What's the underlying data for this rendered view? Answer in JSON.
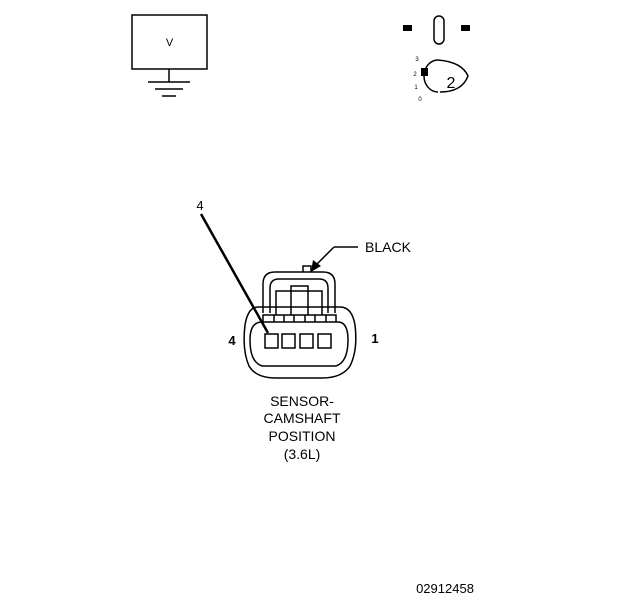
{
  "meter": {
    "symbol": "V"
  },
  "selector": {
    "position_number": "2",
    "scale": [
      "3",
      "2",
      "1",
      "0"
    ]
  },
  "connector": {
    "pin_callout": "4",
    "color_label": "BLACK",
    "pin_left": "4",
    "pin_right": "1",
    "caption_lines": [
      "SENSOR-",
      "CAMSHAFT",
      "POSITION",
      "(3.6L)"
    ]
  },
  "figure_id": "02912458"
}
